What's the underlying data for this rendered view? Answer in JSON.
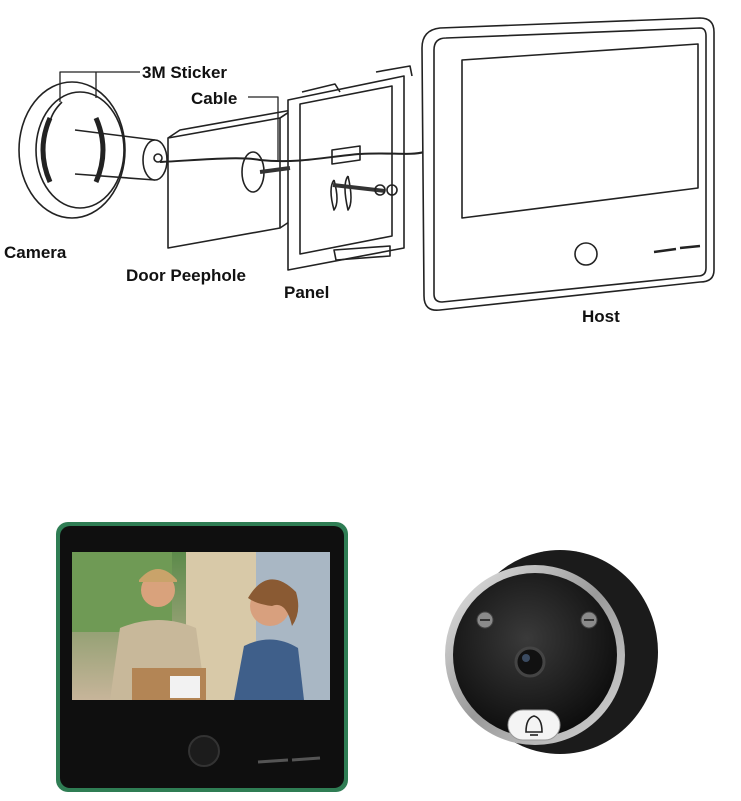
{
  "labels": {
    "sticker": "3M Sticker",
    "cable": "Cable",
    "camera": "Camera",
    "door_peephole": "Door Peephole",
    "panel": "Panel",
    "host": "Host"
  },
  "colors": {
    "line": "#222222",
    "background": "#ffffff",
    "host_frame": "#2f7d54",
    "host_body": "#0f0f0f",
    "camera_ring": "#b8b8b8",
    "camera_body": "#1b1b1b"
  },
  "icons": {
    "doorbell": "bell-icon",
    "camera_lens": "lens-icon"
  }
}
